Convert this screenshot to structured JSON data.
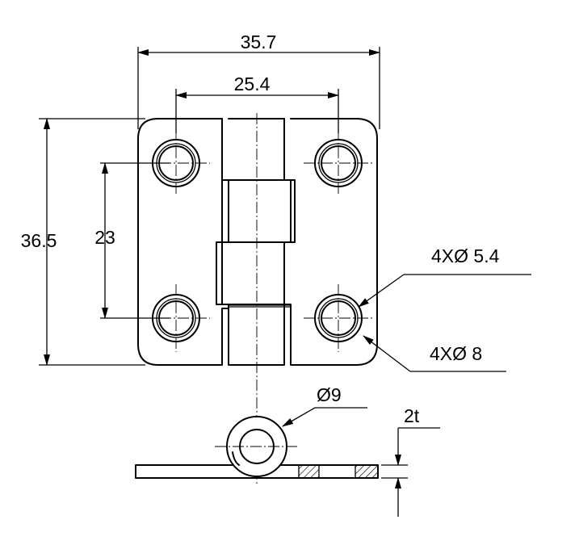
{
  "title": "",
  "dimensions": {
    "overall_width": "35.7",
    "hole_spacing_x": "25.4",
    "overall_height": "36.5",
    "hole_spacing_y": "23",
    "hole_diameter": "4XØ 5.4",
    "counterbore_diameter": "4XØ 8",
    "knuckle_diameter": "Ø9",
    "thickness": "2t"
  }
}
